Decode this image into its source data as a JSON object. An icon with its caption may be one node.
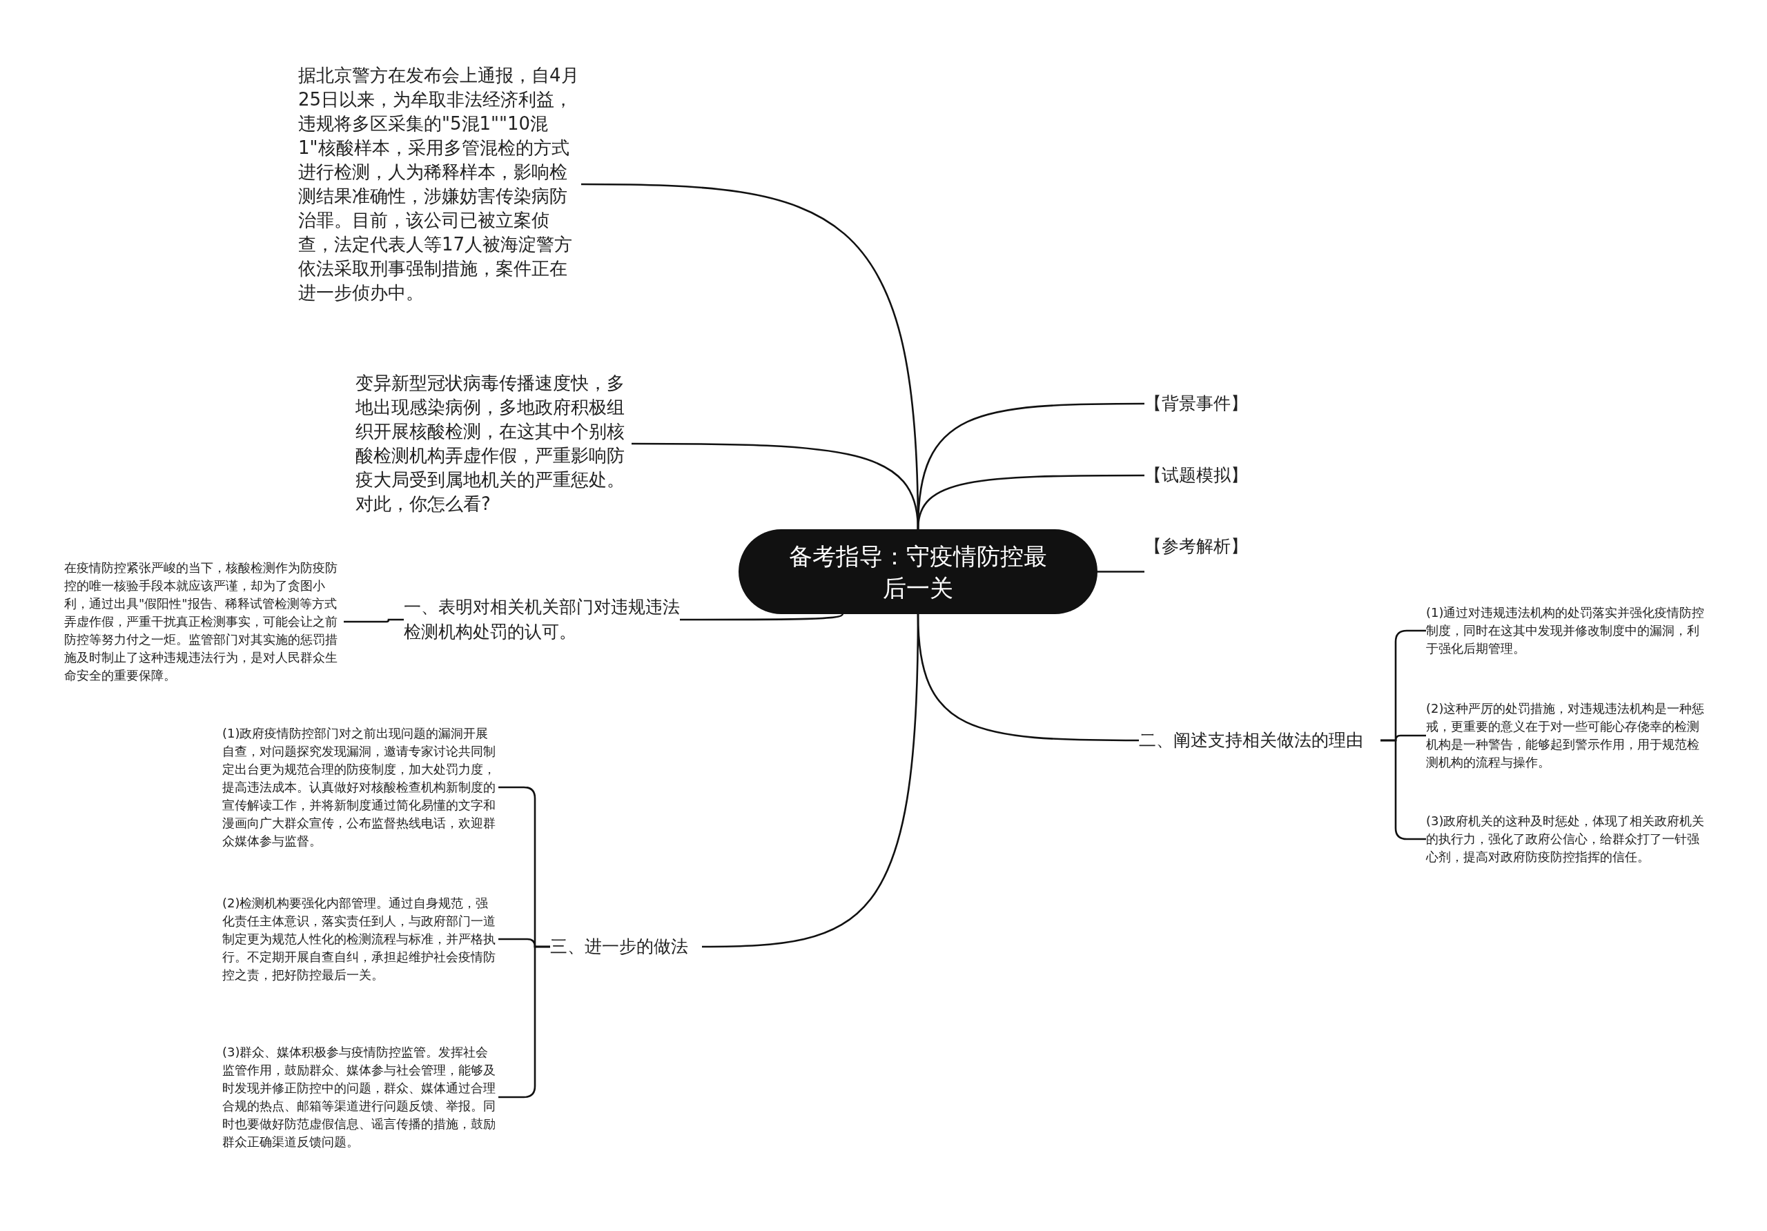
{
  "diagram": {
    "nodes": [
      {
        "text": [
          "备考指导：守疫情防控最后一关"
        ]
      },
      {
        "text": [
          "据北京警方在发布会上通报，自4月25日以来，为牟取非法经济利益，违规将多区采集的\"5混1\"\"10混1\"核酸样本，采用多管混检的方式进行检测，人为稀释样本，影响检测结果准确性，涉嫌妨害传染病防治罪。目前，该公司已被立案侦查，法定代表人等17人被海淀警方依法采取刑事强制措施，案件正在进一步侦办中。"
        ]
      },
      {
        "text": [
          "变异新型冠状病毒传播速度快，多地出现感染病例，多地政府积极组织开展核酸检测，在这其中个别核酸检测机构弄虚作假，严重影响防疫大局受到属地机关的严重惩处。对此，你怎么看?"
        ]
      },
      {
        "text": [
          "一、表明对相关机关部门对违规违法检测机构处罚的认可。"
        ]
      },
      {
        "text": [
          "在疫情防控紧张严峻的当下，核酸检测作为防疫防控的唯一核验手段本就应该严谨，却为了贪图小利，通过出具\"假阳性\"报告、稀释试管检测等方式弄虚作假，严重干扰真正检测事实，可能会让之前防控等努力付之一炬。监管部门对其实施的惩罚措施及时制止了这种违规违法行为，是对人民群众生命安全的重要保障。"
        ]
      },
      {
        "text": [
          "三、进一步的做法"
        ]
      },
      {
        "text": [
          "(1)政府疫情防控部门对之前出现问题的漏洞开展自查，对问题探究发现漏洞，邀请专家讨论共同制定出台更为规范合理的防疫制度，加大处罚力度，提高违法成本。认真做好对核酸检查机构新制度的宣传解读工作，并将新制度通过简化易懂的文字和漫画向广大群众宣传，公布监督热线电话，欢迎群众媒体参与监督。"
        ]
      },
      {
        "text": [
          "(2)检测机构要强化内部管理。通过自身规范，强化责任主体意识，落实责任到人，与政府部门一道制定更为规范人性化的检测流程与标准，并严格执行。不定期开展自查自纠，承担起维护社会疫情防控之责，把好防控最后一关。"
        ]
      },
      {
        "text": [
          "(3)群众、媒体积极参与疫情防控监管。发挥社会监管作用，鼓励群众、媒体参与社会管理，能够及时发现并修正防控中的问题，群众、媒体通过合理合规的热点、邮箱等渠道进行问题反馈、举报。同时也要做好防范虚假信息、谣言传播的措施，鼓励群众正确渠道反馈问题。"
        ]
      },
      {
        "text": [
          "【背景事件】"
        ]
      },
      {
        "text": [
          "【试题模拟】"
        ]
      },
      {
        "text": [
          "【参考解析】"
        ]
      },
      {
        "text": [
          "二、阐述支持相关做法的理由"
        ]
      },
      {
        "text": [
          "(1)通过对违规违法机构的处罚落实并强化疫情防控制度，同时在这其中发现并修改制度中的漏洞，利于强化后期管理。"
        ]
      },
      {
        "text": [
          "(2)这种严厉的处罚措施，对违规违法机构是一种惩戒，更重要的意义在于对一些可能心存侥幸的检测机构是一种警告，能够起到警示作用，用于规范检测机构的流程与操作。"
        ]
      },
      {
        "text": [
          "(3)政府机关的这种及时惩处，体现了相关政府机关的执行力，强化了政府公信心，给群众打了一针强心剂，提高对政府防疫防控指挥的信任。"
        ]
      }
    ],
    "edges": [
      {
        "from": 0,
        "to": 1,
        "arrow": "none"
      },
      {
        "from": 0,
        "to": 2,
        "arrow": "none"
      },
      {
        "from": 0,
        "to": 3,
        "arrow": "none"
      },
      {
        "from": 3,
        "to": 4,
        "arrow": "none"
      },
      {
        "from": 0,
        "to": 5,
        "arrow": "none"
      },
      {
        "from": 5,
        "to": 6,
        "arrow": "none"
      },
      {
        "from": 5,
        "to": 7,
        "arrow": "none"
      },
      {
        "from": 5,
        "to": 8,
        "arrow": "none"
      },
      {
        "from": 0,
        "to": 9,
        "arrow": "none"
      },
      {
        "from": 0,
        "to": 10,
        "arrow": "none"
      },
      {
        "from": 0,
        "to": 11,
        "arrow": "none"
      },
      {
        "from": 0,
        "to": 12,
        "arrow": "none"
      },
      {
        "from": 12,
        "to": 13,
        "arrow": "none"
      },
      {
        "from": 12,
        "to": 14,
        "arrow": "none"
      },
      {
        "from": 12,
        "to": 15,
        "arrow": "none"
      }
    ]
  }
}
